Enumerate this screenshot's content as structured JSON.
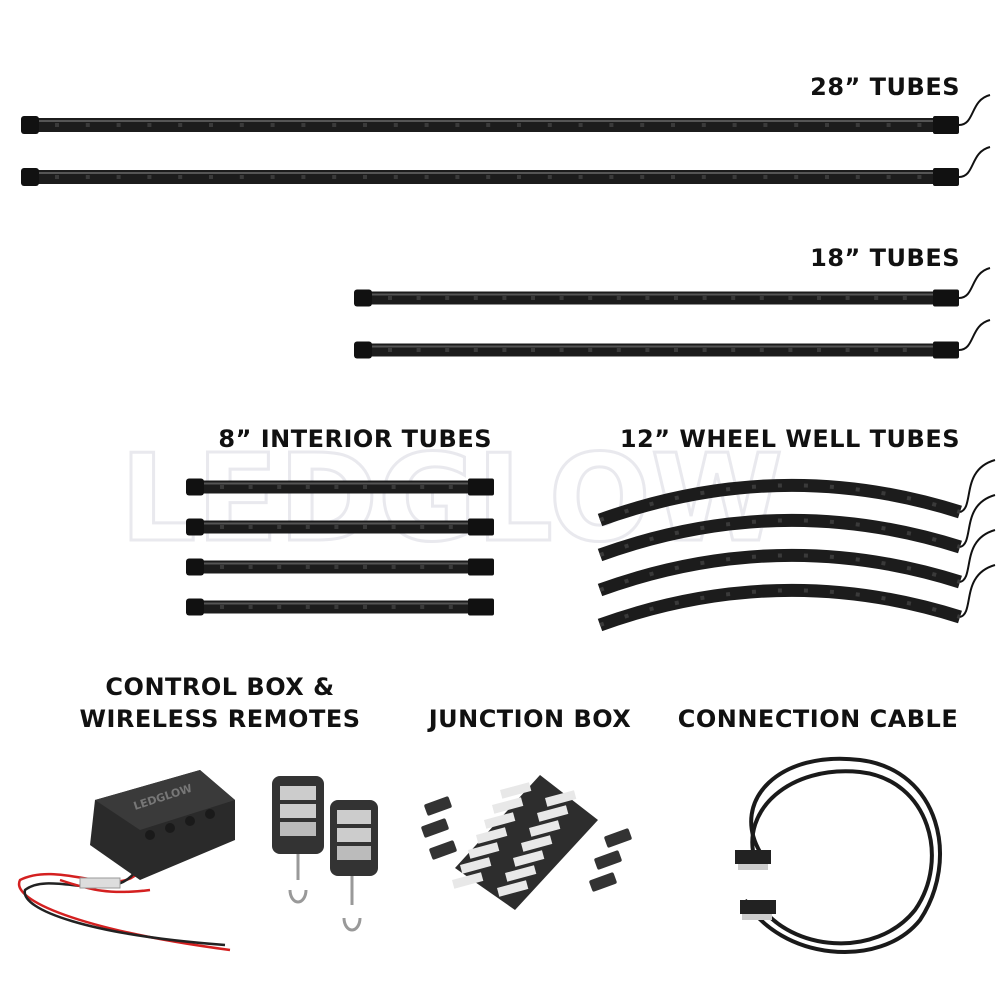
{
  "watermark": "LEDGLOW",
  "labels": {
    "tubes_28": "28” TUBES",
    "tubes_18": "18” TUBES",
    "interior_8": "8” INTERIOR TUBES",
    "wheel_well_12": "12” WHEEL WELL TUBES",
    "control_box_line1": "CONTROL BOX &",
    "control_box_line2": "WIRELESS REMOTES",
    "junction_box": "JUNCTION BOX",
    "connection_cable": "CONNECTION CABLE"
  },
  "device_branding": "LEDGLOW",
  "colors": {
    "tube": "#1c1c1c",
    "led": "#3a3a3a",
    "wire_red": "#d42020",
    "text": "#111111"
  }
}
